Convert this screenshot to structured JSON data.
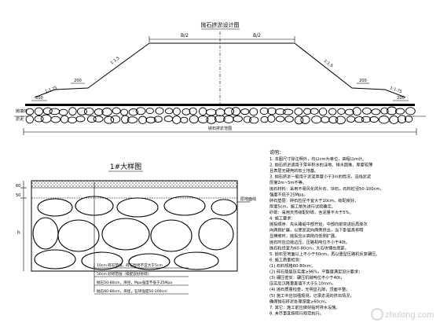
{
  "section": {
    "title": "抛石挤淤设计图",
    "half_width_left": "B/2",
    "half_width_right": "B/2",
    "slope_left_upper": "1:1.5",
    "slope_left_lower": "1:1.75",
    "slope_right_upper": "1:1.5",
    "slope_right_lower": "1:1.75",
    "berm_left": "200",
    "berm_left_outer": "200",
    "berm_right": "200",
    "berm_right_outer": "200",
    "left_label_top": "抛填体",
    "left_label_bottom": "淤泥",
    "bottom_label": "抛石挤淤范围"
  },
  "detail": {
    "title": "1#大样图",
    "dim_top_a": "60",
    "dim_top_b": "50",
    "dim_h": "h",
    "right_label": "原地面线",
    "callouts": [
      "10cm 碎石垫层，碎石粒径不宜大于5cm",
      "50cm 砂砾垫层（级配良好砂砾）",
      "抛石50-80cm，块径，Mpa强度不低于25Mpa",
      "抛石60-80cm，块径，石块强度50-100cm"
    ]
  },
  "notes": {
    "heading": "说明：",
    "lines": [
      "1. 本图尺寸除注明外，均以cm为单位，高程以m计。",
      "2. 抛石挤淤适用于常年积水的洼地、排水困难、厚度较薄",
      "   且表层无硬壳的软土地基。",
      "3. 抛石挤淤一般用于淤泥厚度小于3m的情况，沿线淤泥",
      "   厚度2m~5m不等。",
      "   抛石材料：采用不易风化的片石、块石，石料粒径50-100cm，",
      "   强度不低于25Mpa。",
      "   碎石垫层：碎石粒径不宜大于10cm，级配良好，",
      "   厚度5cm，施工前先进行试验确定。",
      "   砂砾：采用天然级配砂砾，含泥量不大于5%。",
      "4. 施工要求：",
      "   抛投顺序：先从路堤中部开始，中部向前突进后再渐次",
      "   向两侧扩展，以使淤泥向两旁挤出，当下卧层具有明",
      "   显横坡时，抛投应从高侧向低侧扩展。",
      "   抛石时应边抛边压，压路机吨位不小于40t。",
      "   抛石粒径宜为60-80cm，大石块铺在底部。",
      "5. 抛石至地面以上不小于50cm，再以重型压路机反复碾压。",
      "6. 施工质量检测：",
      "   (1) 石料规格60-80cm；",
      "   (2) 碎石垫层压实度≥96%，平整度满足设计要求；",
      "   (3) 碾压密实：碾压机械吨位不小于40t，",
      "       压实后沉降量差值不大于5-10mm，",
      "   (4) 抛石质量检查，无明显孔隙，顶面平整；",
      "   (5) 施工中应加强观测，记录淤泥的挤出情况，",
      "       确保抛石挤淤处理深度≥60cm。",
      "7. 其它：施工前应做好临时排水设施。",
      "8. 未尽事宜按现行规范执行。"
    ]
  },
  "watermark": "zhulong.com"
}
